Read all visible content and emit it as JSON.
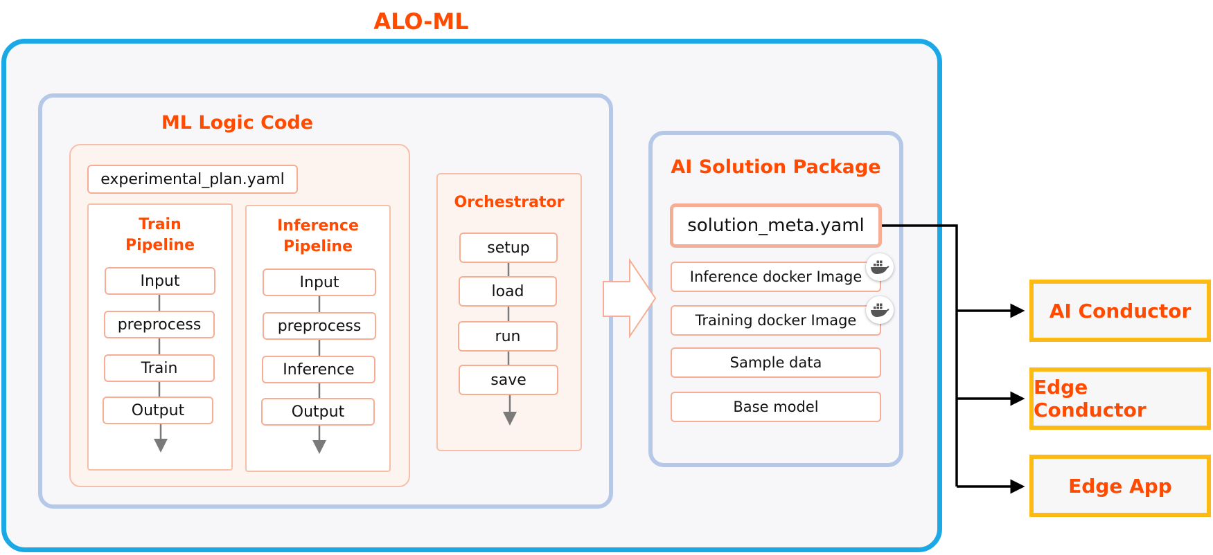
{
  "title": "ALO-ML",
  "ml_logic": {
    "title": "ML Logic Code",
    "plan_file": "experimental_plan.yaml",
    "train_pipeline": {
      "title_line1": "Train",
      "title_line2": "Pipeline",
      "steps": [
        "Input",
        "preprocess",
        "Train",
        "Output"
      ]
    },
    "inference_pipeline": {
      "title_line1": "Inference",
      "title_line2": "Pipeline",
      "steps": [
        "Input",
        "preprocess",
        "Inference",
        "Output"
      ]
    },
    "orchestrator": {
      "title": "Orchestrator",
      "steps": [
        "setup",
        "load",
        "run",
        "save"
      ]
    }
  },
  "package": {
    "title": "AI Solution Package",
    "meta_file": "solution_meta.yaml",
    "items": [
      "Inference docker Image",
      "Training docker Image",
      "Sample data",
      "Base model"
    ]
  },
  "targets": [
    "AI Conductor",
    "Edge Conductor",
    "Edge App"
  ],
  "icons": {
    "docker": "docker-whale-icon",
    "arrow": "big-right-arrow-icon"
  },
  "colors": {
    "accent": "#ff4a00",
    "outer_border": "#1aa8e6",
    "inner_border": "#b5c8e8",
    "target_border": "#fbbb14"
  }
}
